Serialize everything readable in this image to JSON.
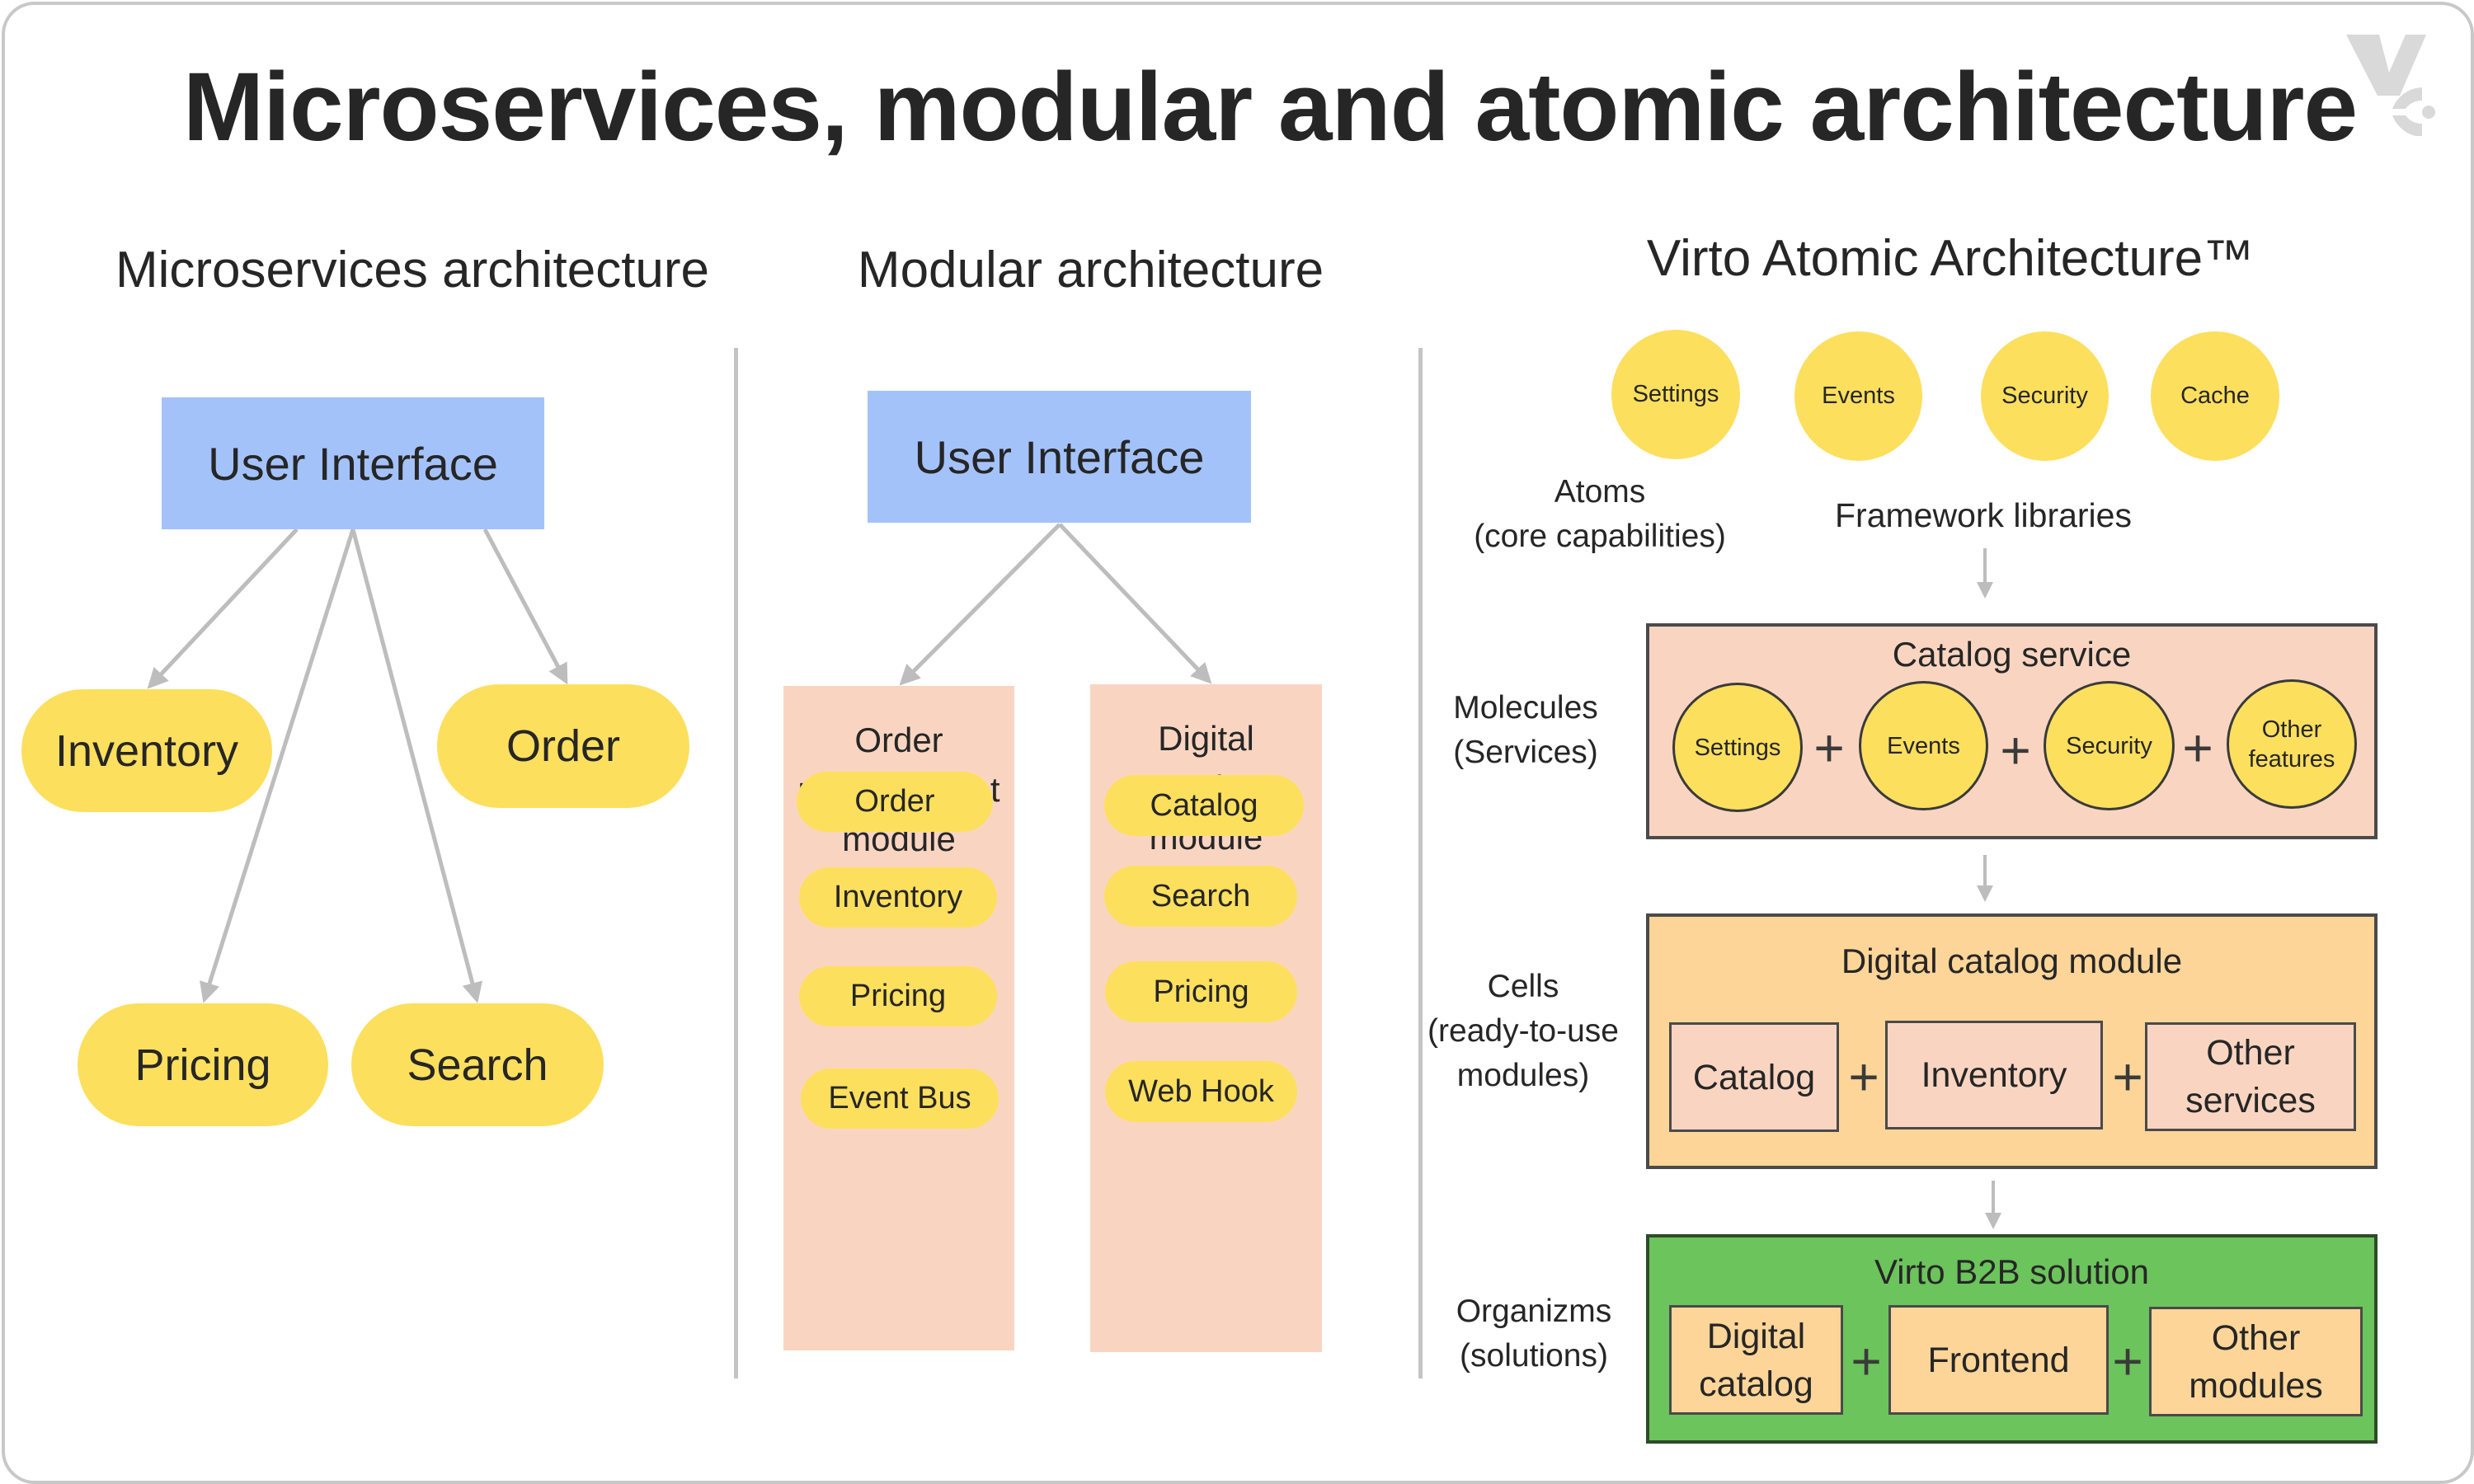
{
  "title": "Microservices, modular and atomic architecture",
  "logo": {
    "icon": "virto-logo-icon",
    "color": "#d9d9d9"
  },
  "colors": {
    "ui_box": "#a4c2fa",
    "service_pill": "#fddf5e",
    "module_column": "#f9d5c1",
    "molecule_box": "#f9d5c1",
    "cell_box": "#fdd598",
    "organism_box": "#6cc45c",
    "connector": "#bdbdbd"
  },
  "microservices": {
    "heading": "Microservices architecture",
    "ui_label": "User Interface",
    "services": [
      "Inventory",
      "Order",
      "Pricing",
      "Search"
    ]
  },
  "modular": {
    "heading": "Modular architecture",
    "ui_label": "User Interface",
    "modules": [
      {
        "title": [
          "Order",
          "management",
          "module"
        ],
        "items": [
          "Order",
          "Inventory",
          "Pricing",
          "Event Bus"
        ]
      },
      {
        "title": [
          "Digital",
          "catalog",
          "module"
        ],
        "items": [
          "Catalog",
          "Search",
          "Pricing",
          "Web Hook"
        ]
      }
    ]
  },
  "atomic": {
    "heading": "Virto Atomic Architecture™",
    "atoms": {
      "items": [
        "Settings",
        "Events",
        "Security",
        "Cache"
      ],
      "label": [
        "Atoms",
        "(core capabilities)"
      ],
      "caption": "Framework libraries"
    },
    "molecules": {
      "label": [
        "Molecules",
        "(Services)"
      ],
      "box_title": "Catalog service",
      "items": [
        "Settings",
        "Events",
        "Security",
        "Other features"
      ]
    },
    "cells": {
      "label": [
        "Cells",
        "(ready-to-use",
        "modules)"
      ],
      "box_title": "Digital catalog module",
      "items": [
        "Catalog",
        "Inventory",
        "Other services"
      ]
    },
    "organisms": {
      "label": [
        "Organizms",
        "(solutions)"
      ],
      "box_title": "Virto B2B solution",
      "items": [
        "Digital catalog",
        "Frontend",
        "Other modules"
      ]
    },
    "plus_sign": "+"
  }
}
